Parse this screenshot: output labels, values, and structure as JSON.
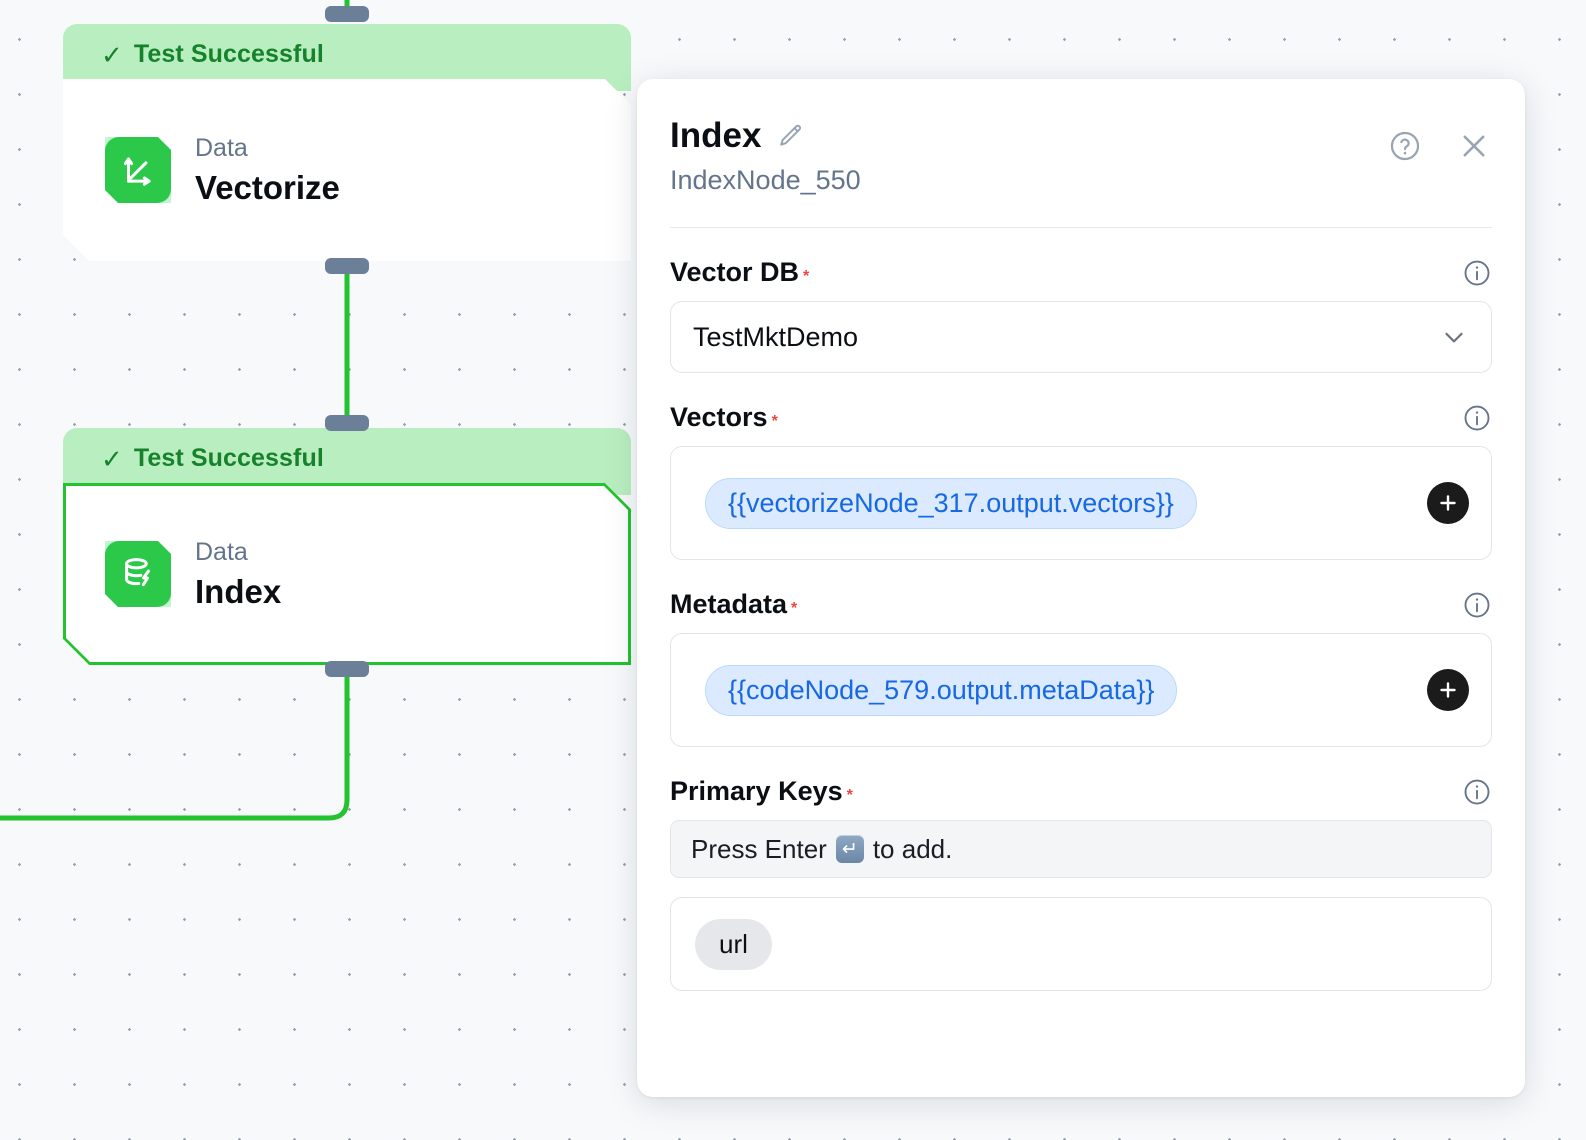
{
  "canvas": {
    "nodes": [
      {
        "id": "vectorize",
        "status": "Test Successful",
        "check": "✓",
        "kind": "Data",
        "title": "Vectorize",
        "icon": "vector-axes-icon",
        "selected": false
      },
      {
        "id": "index",
        "status": "Test Successful",
        "check": "✓",
        "kind": "Data",
        "title": "Index",
        "icon": "database-bolt-icon",
        "selected": true
      }
    ],
    "edge_color": "#22c32e",
    "handle_color": "#6b7f99"
  },
  "panel": {
    "title": "Index",
    "edit_icon": "pencil-icon",
    "subtitle": "IndexNode_550",
    "help_icon": "help-circle-icon",
    "close_icon": "close-icon",
    "fields": {
      "vector_db": {
        "label": "Vector DB",
        "required": "*",
        "info_icon": "info-circle-icon",
        "value": "TestMktDemo",
        "chevron": "chevron-down-icon"
      },
      "vectors": {
        "label": "Vectors",
        "required": "*",
        "info_icon": "info-circle-icon",
        "token": "{{vectorizeNode_317.output.vectors}}",
        "add_icon": "plus-icon"
      },
      "metadata": {
        "label": "Metadata",
        "required": "*",
        "info_icon": "info-circle-icon",
        "token": "{{codeNode_579.output.metaData}}",
        "add_icon": "plus-icon"
      },
      "primary_keys": {
        "label": "Primary Keys",
        "required": "*",
        "info_icon": "info-circle-icon",
        "hint_before": "Press Enter",
        "enter_glyph": "↵",
        "hint_after": "to add.",
        "chips": [
          "url"
        ]
      }
    }
  },
  "colors": {
    "success_bg": "#b9efc0",
    "success_text": "#17822b",
    "node_icon_green": "#2cc84a",
    "edge_green": "#22c32e",
    "token_blue": "#1668e3",
    "required_red": "#ef4444",
    "muted": "#64748b"
  }
}
